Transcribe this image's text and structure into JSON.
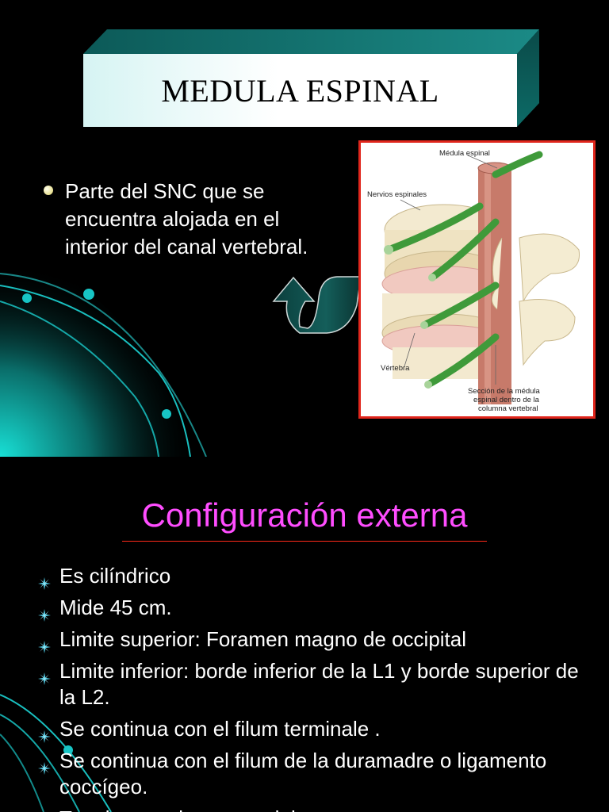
{
  "slide1": {
    "title": "MEDULA ESPINAL",
    "bullet": "Parte del SNC que se encuentra alojada en el interior del canal vertebral.",
    "figure": {
      "labels": {
        "medula": "Médula espinal",
        "nervios": "Nervios espinales",
        "vertebra": "Vértebra",
        "seccion_1": "Sección de la médula",
        "seccion_2": "espinal dentro de la",
        "seccion_3": "columna vertebral"
      }
    },
    "icons": {
      "arrow": "curved-arrow-icon",
      "bullet": "round-bullet-icon"
    }
  },
  "slide2": {
    "heading": "Configuración externa",
    "items": [
      "Es cilíndrico",
      "Mide 45 cm.",
      "Limite superior: Foramen magno de occipital",
      "Limite inferior: borde inferior de la L1 y  borde superior de la L2.",
      "Se continua con el filum terminale .",
      "Se continua con el filum de la duramadre o ligamento coccígeo.",
      "Termina en el cono medular"
    ],
    "icons": {
      "bullet": "starburst-bullet-icon"
    }
  },
  "colors": {
    "background": "#000000",
    "accent_teal": "#1fd6cc",
    "heading_magenta": "#ff4dff",
    "figure_border": "#e0261c",
    "rule": "#ff2a1a"
  }
}
